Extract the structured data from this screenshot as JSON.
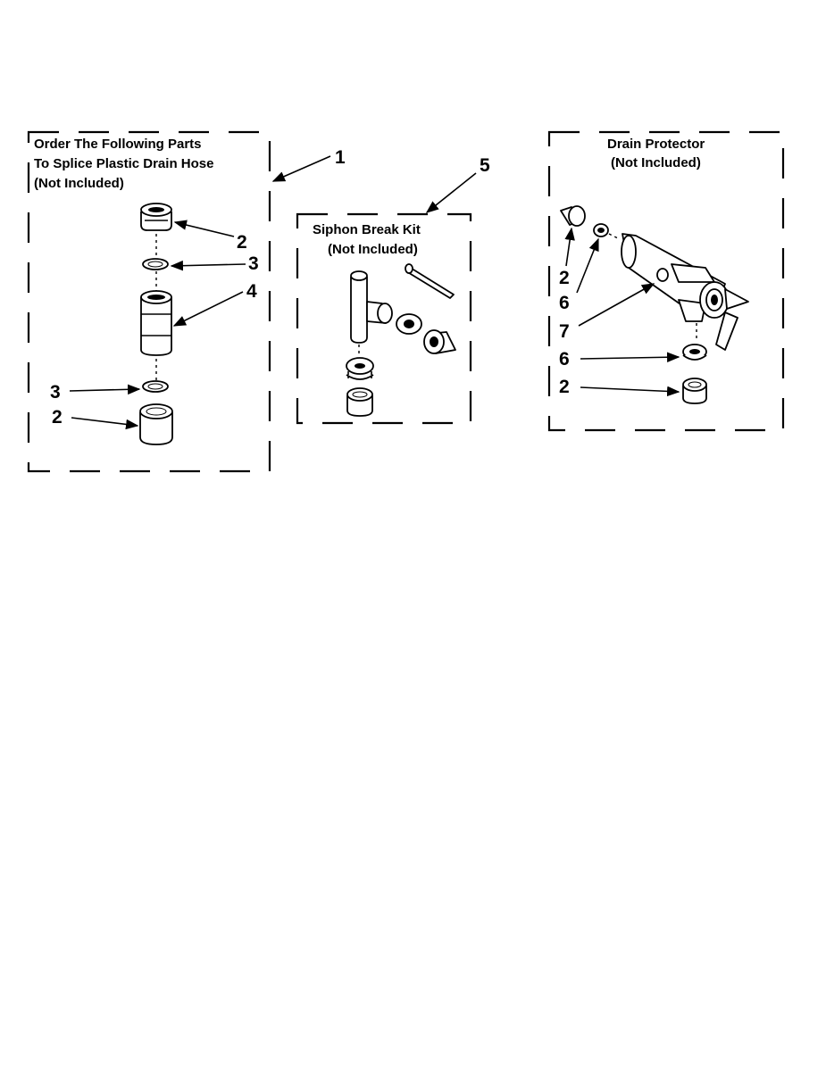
{
  "groups": {
    "splice": {
      "title_lines": [
        "Order The Following Parts",
        "To Splice Plastic Drain Hose",
        "(Not Included)"
      ],
      "number": "1"
    },
    "siphon": {
      "title_lines": [
        "Siphon Break Kit",
        "(Not Included)"
      ],
      "number": "5"
    },
    "protector": {
      "title_lines": [
        "Drain Protector",
        "(Not Included)"
      ]
    }
  },
  "callouts": {
    "splice": [
      "2",
      "3",
      "4",
      "3",
      "2"
    ],
    "protector": [
      "2",
      "6",
      "7",
      "6",
      "2"
    ]
  }
}
